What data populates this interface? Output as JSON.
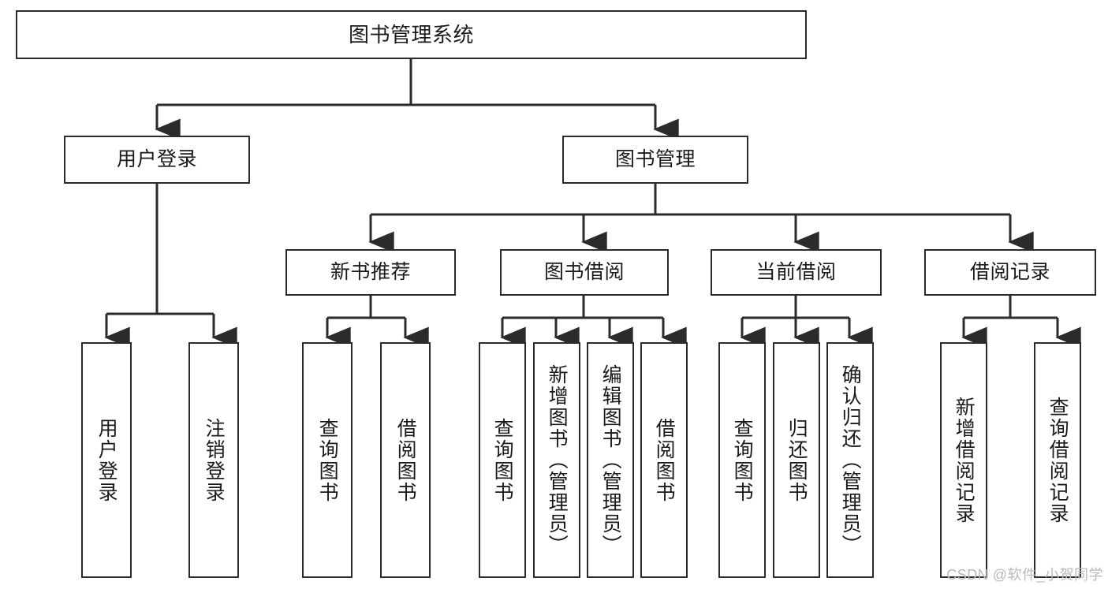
{
  "diagram": {
    "title": "图书管理系统",
    "type": "tree-hierarchy",
    "watermark": "CSDN @软件_小贺同学",
    "colors": {
      "stroke": "#2b2b2b",
      "fill": "#ffffff",
      "text": "#1a1a1a",
      "watermark": "#b9b9b9"
    },
    "nodes": {
      "root": {
        "label": "图书管理系统"
      },
      "level2": [
        {
          "id": "user_login",
          "label": "用户登录"
        },
        {
          "id": "book_manage",
          "label": "图书管理"
        }
      ],
      "level3": [
        {
          "id": "new_book_rec",
          "label": "新书推荐"
        },
        {
          "id": "book_borrow",
          "label": "图书借阅"
        },
        {
          "id": "current_borrow",
          "label": "当前借阅"
        },
        {
          "id": "borrow_record",
          "label": "借阅记录"
        }
      ],
      "leaves": {
        "user_login": [
          {
            "id": "leaf_user_login",
            "label": "用户登录"
          },
          {
            "id": "leaf_logout",
            "label": "注销登录"
          }
        ],
        "new_book_rec": [
          {
            "id": "leaf_query_book_1",
            "label": "查询图书"
          },
          {
            "id": "leaf_borrow_book_1",
            "label": "借阅图书"
          }
        ],
        "book_borrow": [
          {
            "id": "leaf_query_book_2",
            "label": "查询图书"
          },
          {
            "id": "leaf_add_book",
            "label": "新增图书（管理员）"
          },
          {
            "id": "leaf_edit_book",
            "label": "编辑图书（管理员）"
          },
          {
            "id": "leaf_borrow_book_2",
            "label": "借阅图书"
          }
        ],
        "current_borrow": [
          {
            "id": "leaf_query_book_3",
            "label": "查询图书"
          },
          {
            "id": "leaf_return_book",
            "label": "归还图书"
          },
          {
            "id": "leaf_confirm_return",
            "label": "确认归还（管理员）"
          }
        ],
        "borrow_record": [
          {
            "id": "leaf_add_record",
            "label": "新增借阅记录"
          },
          {
            "id": "leaf_query_record",
            "label": "查询借阅记录"
          }
        ]
      }
    }
  }
}
